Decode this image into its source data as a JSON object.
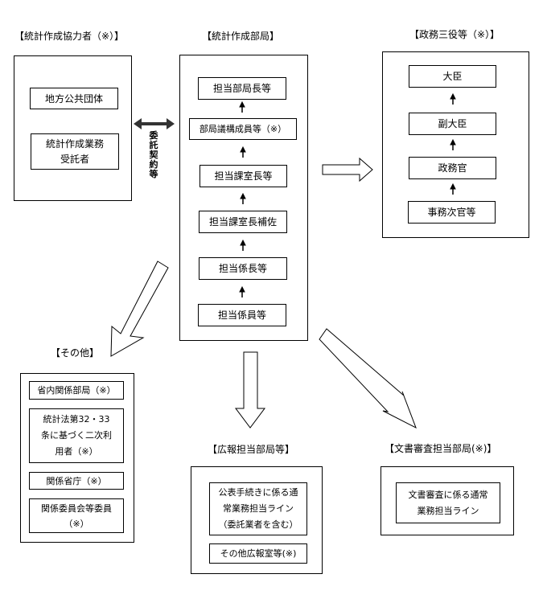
{
  "diagram": {
    "cooperators": {
      "heading": "【統計作成協力者（※）】",
      "items": [
        "地方公共団体",
        "統計作成業務\n受託者"
      ]
    },
    "relation_label": "委託契約等",
    "statistics_dept": {
      "heading": "【統計作成部局】",
      "items": [
        "担当部局長等",
        "部局議構成員等（※）",
        "担当課室長等",
        "担当課室長補佐",
        "担当係長等",
        "担当係員等"
      ]
    },
    "political": {
      "heading": "【政務三役等（※）】",
      "items": [
        "大臣",
        "副大臣",
        "政務官",
        "事務次官等"
      ]
    },
    "others": {
      "heading": "【その他】",
      "items": [
        "省内関係部局（※）",
        "統計法第32・33\n条に基づく二次利\n用者（※）",
        "関係省庁（※）",
        "関係委員会等委員\n（※）"
      ]
    },
    "pr_dept": {
      "heading": "【広報担当部局等】",
      "items": [
        "公表手続きに係る通\n常業務担当ライン\n（委託業者を含む）",
        "その他広報室等(※)"
      ]
    },
    "doc_review": {
      "heading": "【文書審査担当部局(※)】",
      "items": [
        "文書審査に係る通常\n業務担当ライン"
      ]
    }
  }
}
